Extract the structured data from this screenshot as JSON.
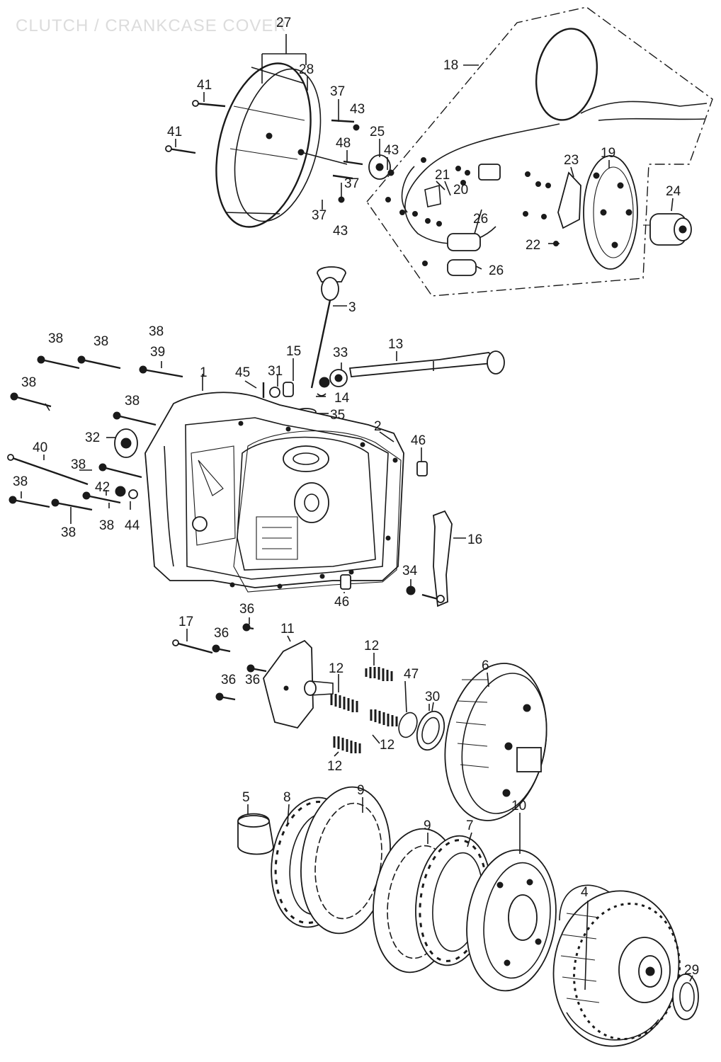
{
  "title": "CLUTCH / CRANKCASE COVER",
  "callouts": {
    "p1": "1",
    "p2": "2",
    "p3": "3",
    "p4": "4",
    "p5": "5",
    "p6": "6",
    "p7": "7",
    "p8": "8",
    "p9a": "9",
    "p9b": "9",
    "p10": "10",
    "p11": "11",
    "p12a": "12",
    "p12b": "12",
    "p12c": "12",
    "p12d": "12",
    "p13": "13",
    "p14": "14",
    "p15": "15",
    "p16": "16",
    "p17": "17",
    "p18": "18",
    "p19": "19",
    "p20": "20",
    "p21": "21",
    "p22": "22",
    "p23": "23",
    "p24": "24",
    "p25": "25",
    "p26a": "26",
    "p26b": "26",
    "p27": "27",
    "p28": "28",
    "p29": "29",
    "p30": "30",
    "p31": "31",
    "p32": "32",
    "p33": "33",
    "p34": "34",
    "p35": "35",
    "p36a": "36",
    "p36b": "36",
    "p36c": "36",
    "p36d": "36",
    "p37a": "37",
    "p37b": "37",
    "p37c": "37",
    "p38a": "38",
    "p38b": "38",
    "p38c": "38",
    "p38d": "38",
    "p38e": "38",
    "p38f": "38",
    "p38g": "38",
    "p38h": "38",
    "p38i": "38",
    "p39": "39",
    "p40": "40",
    "p41a": "41",
    "p41b": "41",
    "p42": "42",
    "p43a": "43",
    "p43b": "43",
    "p43c": "43",
    "p44": "44",
    "p45": "45",
    "p46a": "46",
    "p46b": "46",
    "p47": "47",
    "p48": "48"
  }
}
